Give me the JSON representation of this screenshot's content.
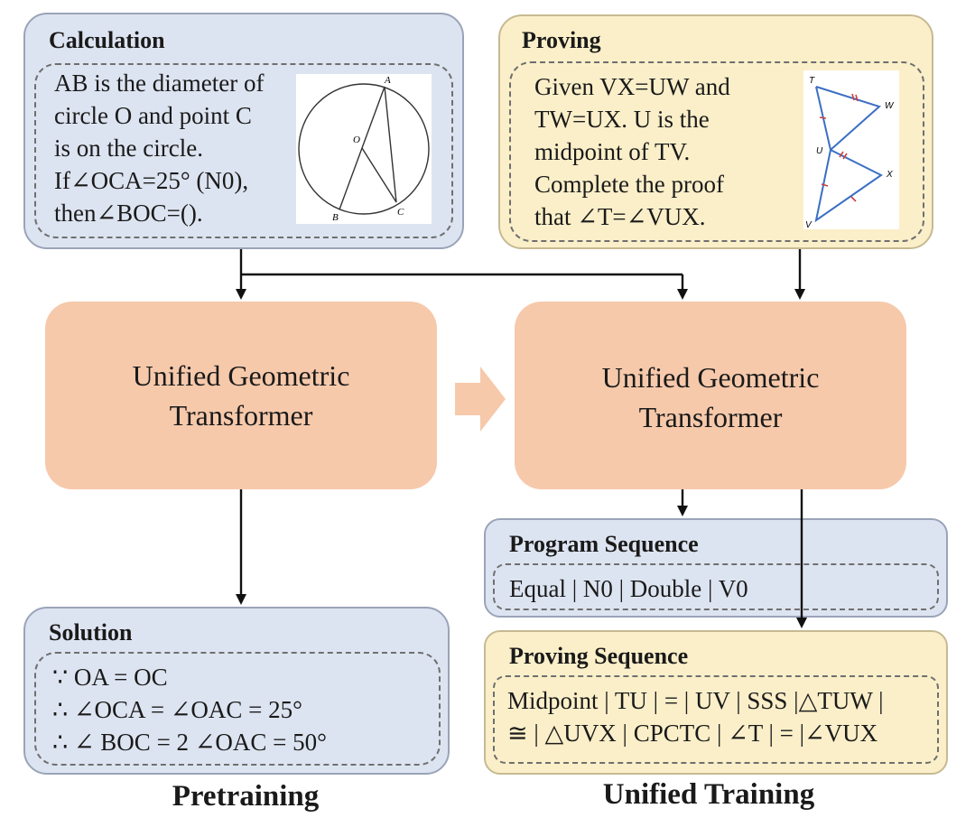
{
  "calculation": {
    "title": "Calculation",
    "lines": [
      "AB is the diameter of",
      "circle O and point C",
      "is on the circle.",
      "If∠OCA=25° (N0),",
      "then∠BOC=()."
    ],
    "figure_labels": {
      "a": "A",
      "o": "O",
      "b": "B",
      "c": "C"
    }
  },
  "proving": {
    "title": "Proving",
    "lines": [
      "Given VX=UW and",
      "TW=UX. U is the",
      "midpoint of TV.",
      "Complete the proof",
      "that ∠T=∠VUX."
    ],
    "figure_labels": {
      "t": "T",
      "w": "W",
      "u": "U",
      "x": "X",
      "v": "V"
    }
  },
  "models": {
    "left": {
      "line1": "Unified Geometric",
      "line2": "Transformer"
    },
    "right": {
      "line1": "Unified Geometric",
      "line2": "Transformer"
    }
  },
  "program_sequence": {
    "title": "Program Sequence",
    "text": "Equal | N0 | Double | V0"
  },
  "proving_sequence": {
    "title": "Proving Sequence",
    "line1": "Midpoint | TU | = | UV | SSS |△TUW |",
    "line2": "≅ | △UVX | CPCTC | ∠T | = |∠VUX"
  },
  "solution": {
    "title": "Solution",
    "line1": "∵  OA = OC",
    "line2": "∴ ∠OCA  = ∠OAC = 25°",
    "line3": "∴ ∠ BOC = 2 ∠OAC = 50°"
  },
  "captions": {
    "pretraining": "Pretraining",
    "unified_training": "Unified Training"
  },
  "colors": {
    "blue_panel": "#dde4f1",
    "yellow_panel": "#fbefc9",
    "orange_model": "#f6c9ab",
    "arrow": "#111111"
  }
}
